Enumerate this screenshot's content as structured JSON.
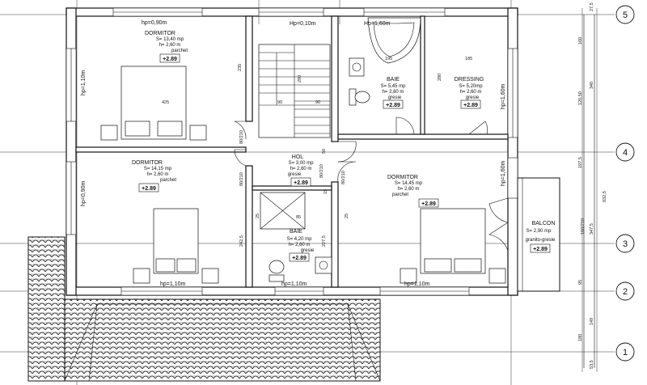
{
  "rooms": {
    "dorm1": {
      "name": "DORMITOR",
      "area": "S= 13,40 mp",
      "height": "h= 2,60 m",
      "floor": "parchet",
      "level": "+2.89"
    },
    "dorm2": {
      "name": "DORMITOR",
      "area": "S= 14,15 mp",
      "height": "h= 2,60 m",
      "floor": "parchet",
      "level": "+2.89"
    },
    "dorm3": {
      "name": "DORMITOR",
      "area": "S= 14,45 mp",
      "height": "h= 2,60 m",
      "floor": "parchet",
      "level": "+2.89"
    },
    "hol": {
      "name": "HOL",
      "area": "S= 3,00 mp",
      "height": "h= 2,60 m",
      "floor": "gresie",
      "level": "+2.89"
    },
    "baie1": {
      "name": "BAIE",
      "area": "S= 5,45 mp",
      "height": "h= 2,60 m",
      "floor": "gresie",
      "level": "+2.89"
    },
    "dressing": {
      "name": "DRESSING",
      "area": "S= 5,20mp",
      "height": "h= 2,60 m",
      "floor": "gresie",
      "level": "+2.89"
    },
    "baie2": {
      "name": "BAIE",
      "area": "S= 4,20 mp",
      "height": "h= 2,60 m",
      "floor": "gresie",
      "level": "+2.89"
    },
    "balcon": {
      "name": "BALCON",
      "area": "S= 2,90 mp",
      "floor": "granito-gresie",
      "level": "+2.89"
    }
  },
  "window_sills": {
    "top_left": "hp=0,90m",
    "top_mid": "Hp=0,10m",
    "top_right": "Hp=1,60m",
    "left_upper": "hp=1,10m",
    "left_lower": "hp=0,90m",
    "right_upper": "hp=1,60m",
    "right_lower": "hp=1,60m",
    "bottom_left": "hp=1,10m",
    "bottom_mid": "hp=1,10m",
    "bottom_right": "hp=1,10m"
  },
  "dimensions": {
    "dorm1_width": "425",
    "stair_upper": "235",
    "stair_run": "290",
    "stair_w1": "90",
    "stair_w2": "90",
    "door1": "80/210",
    "door2": "80/210",
    "door3": "80/210",
    "door4": "80/210",
    "door_balcon": "160/210",
    "baie_w1": "195",
    "baie_w2": "185",
    "baie_h": "280",
    "d_50": "50",
    "d_15": "15",
    "d_25a": "25",
    "d_25b": "25",
    "d_85": "85",
    "d_242": "242,5",
    "d_227": "227,5"
  },
  "axis_dims": {
    "top": "27,5",
    "d160": "160",
    "d340": "340",
    "d120": "120,50",
    "d197": "197,5",
    "d932": "932,5",
    "d347": "347,5",
    "d160b": "160/210",
    "d95": "95",
    "d149": "149",
    "d180": "180",
    "d53": "53,5"
  },
  "axes": [
    "5",
    "4",
    "3",
    "2",
    "1"
  ]
}
